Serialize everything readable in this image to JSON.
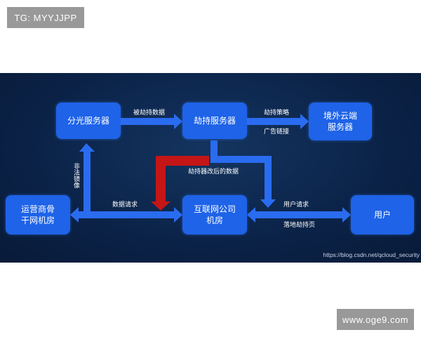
{
  "watermarks": {
    "top": "TG: MYYJJPP",
    "bottom": "www.oge9.com"
  },
  "nodes": {
    "distributor": "分光服务器",
    "hijack": "劫持服务器",
    "overseas": "境外云端\n服务器",
    "backbone": "运营商骨\n干网机房",
    "idc": "互联网公司\n机房",
    "user": "用户"
  },
  "edges": {
    "hijacked_data": "被劫持数据",
    "hijack_strategy": "劫持策略",
    "ad_link": "广告链接",
    "illegal_mirror": "非法镜像",
    "modified_data": "劫持器改后的数据",
    "data_request": "数据请求",
    "user_request": "用户请求",
    "landing_page": "落地劫持页"
  },
  "source_url": "https://blog.csdn.net/qcloud_security",
  "colors": {
    "panel": "#0b2247",
    "node": "#1e63e8",
    "arrow": "#2a6cf0",
    "highlight_arrow": "#c41616"
  }
}
